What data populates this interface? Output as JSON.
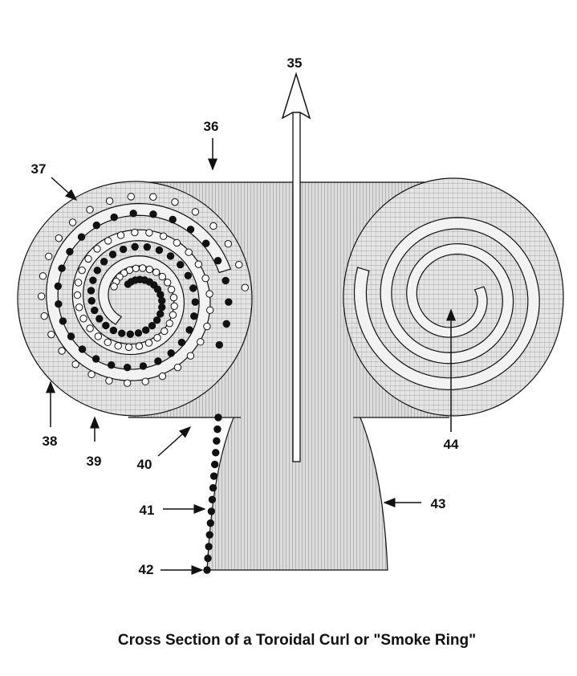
{
  "figure": {
    "caption": "Cross Section of a Toroidal Curl or \"Smoke Ring\"",
    "labels": {
      "l35": "35",
      "l36": "36",
      "l37": "37",
      "l38": "38",
      "l39": "39",
      "l40": "40",
      "l41": "41",
      "l42": "42",
      "l43": "43",
      "l44": "44"
    }
  },
  "colors": {
    "ink": "#111111",
    "shade": "#d8d8d8",
    "hatch": "#555555"
  }
}
